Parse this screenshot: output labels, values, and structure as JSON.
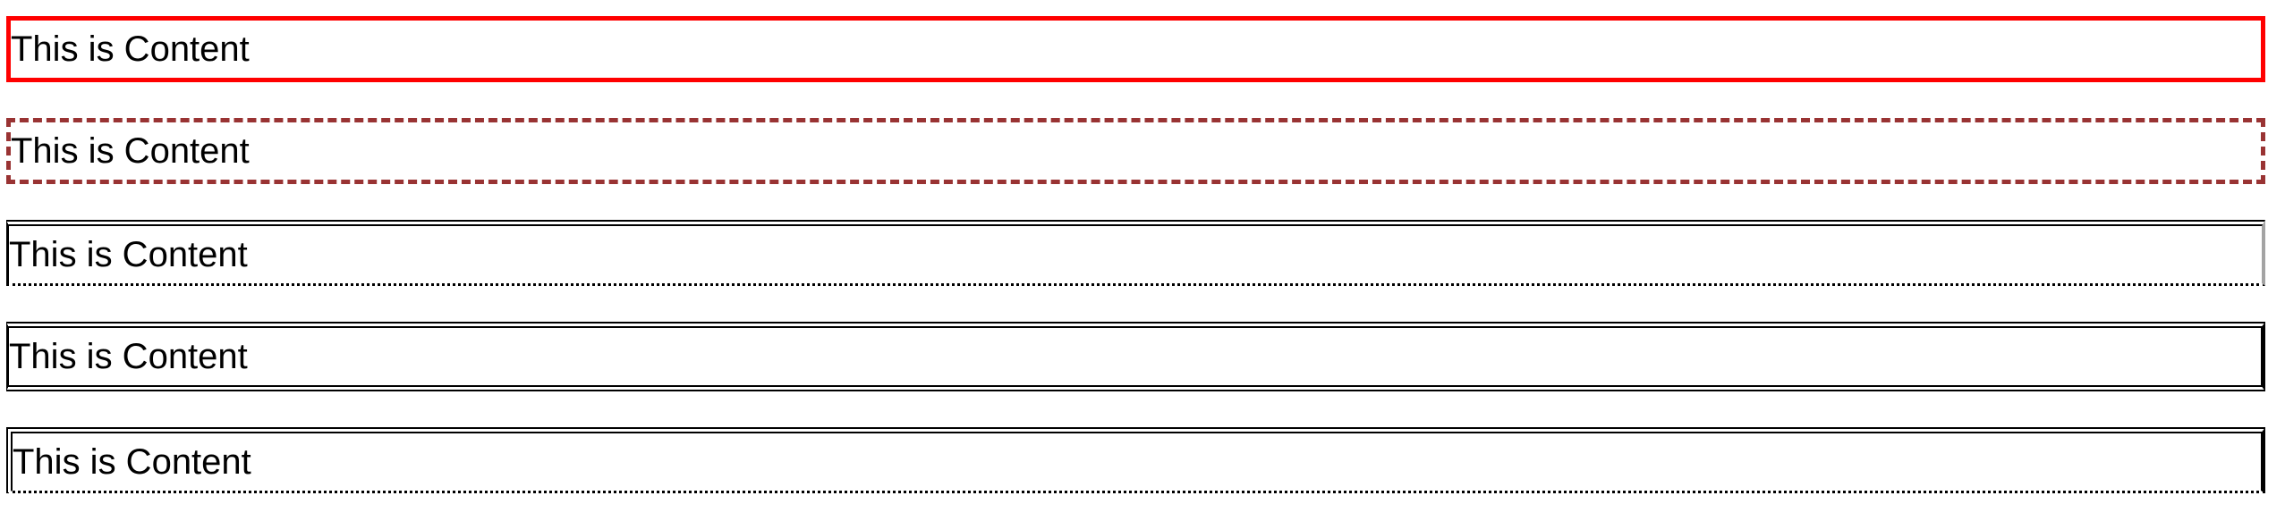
{
  "page": {
    "background_color": "#ffffff",
    "text_color": "#000000"
  },
  "boxes": [
    {
      "text": "This is Content",
      "border": {
        "style": "solid",
        "color": "#ff0000",
        "sides": {
          "top": "solid",
          "right": "solid",
          "bottom": "solid",
          "left": "solid"
        }
      }
    },
    {
      "text": "This is Content",
      "border": {
        "style": "dashed",
        "color": "#993333",
        "sides": {
          "top": "dashed",
          "right": "dashed",
          "bottom": "dashed",
          "left": "dashed"
        }
      }
    },
    {
      "text": "This is Content",
      "border": {
        "style": "mixed",
        "color": "#000000",
        "right_color": "#a3a3a3",
        "sides": {
          "top": "double",
          "right": "solid",
          "bottom": "dotted",
          "left": "solid"
        }
      }
    },
    {
      "text": "This is Content",
      "border": {
        "style": "mixed",
        "color": "#000000",
        "sides": {
          "top": "double",
          "right": "solid",
          "bottom": "double",
          "left": "solid"
        }
      }
    },
    {
      "text": "This is Content",
      "border": {
        "style": "mixed",
        "color": "#000000",
        "sides": {
          "top": "double",
          "right": "solid",
          "bottom": "dotted",
          "left": "double"
        }
      }
    }
  ]
}
